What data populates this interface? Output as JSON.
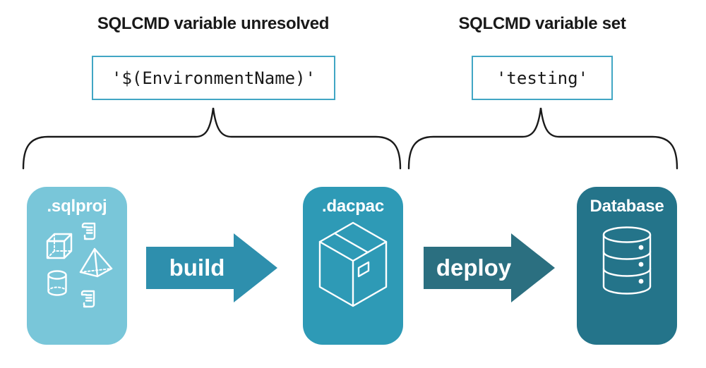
{
  "diagram": {
    "annotations": [
      {
        "heading": "SQLCMD variable unresolved",
        "code": "'$(EnvironmentName)'"
      },
      {
        "heading": "SQLCMD variable set",
        "code": "'testing'"
      }
    ],
    "stages": [
      {
        "label": ".sqlproj",
        "icon": "sql-objects-icon",
        "fill": "#79C6D9"
      },
      {
        "label": ".dacpac",
        "icon": "package-box-icon",
        "fill": "#2E9AB6"
      },
      {
        "label": "Database",
        "icon": "database-cylinder-icon",
        "fill": "#24748A"
      }
    ],
    "arrows": [
      {
        "label": "build",
        "fill": "#2E8FAD"
      },
      {
        "label": "deploy",
        "fill": "#2B6F80"
      }
    ],
    "colors": {
      "background": "#FFFFFF",
      "heading_text": "#191919",
      "code_text": "#191919",
      "code_box_border": "#41A6C4",
      "brace": "#1A1A1A",
      "icon_stroke": "#FFFFFF",
      "stage_title_text": "#FFFFFF",
      "arrow_label_text": "#FFFFFF"
    }
  }
}
